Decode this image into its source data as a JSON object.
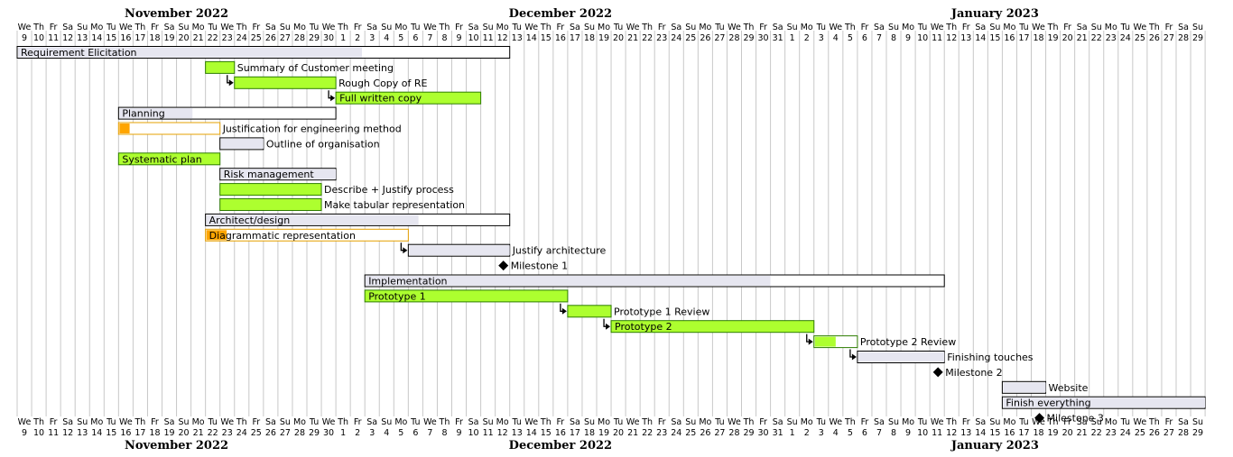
{
  "chart_data": {
    "type": "gantt",
    "start_date": "2022-11-09",
    "end_date": "2023-01-29",
    "months": [
      {
        "label": "November 2022",
        "start": "2022-11-09",
        "end": "2022-11-30"
      },
      {
        "label": "December 2022",
        "start": "2022-12-01",
        "end": "2022-12-31"
      },
      {
        "label": "January 2023",
        "start": "2023-01-01",
        "end": "2023-01-29"
      }
    ],
    "weekday_labels": [
      "Mo",
      "Tu",
      "We",
      "Th",
      "Fr",
      "Sa",
      "Su"
    ],
    "colors": {
      "group_fill": "#e6e6f0",
      "complete_fill": "#adff2f",
      "progress_fill": "#ffa500",
      "progress_stroke": "#e6a000",
      "complete_stroke": "#2e7d00",
      "milestone": "#000000"
    },
    "tasks": [
      {
        "name": "Requirement Elicitation",
        "start": "2022-11-09",
        "end": "2022-12-12",
        "kind": "group",
        "percent": 0,
        "label_inside": true
      },
      {
        "name": "Summary of Customer meeting",
        "start": "2022-11-22",
        "end": "2022-11-23",
        "kind": "task",
        "percent": 100,
        "label_inside": false
      },
      {
        "name": "Rough Copy of RE",
        "start": "2022-11-24",
        "end": "2022-11-30",
        "kind": "task",
        "percent": 100,
        "label_inside": false,
        "dependency": true
      },
      {
        "name": "Full written copy",
        "start": "2022-12-01",
        "end": "2022-12-10",
        "kind": "task",
        "percent": 100,
        "label_inside": true,
        "dependency": true
      },
      {
        "name": "Planning",
        "start": "2022-11-16",
        "end": "2022-11-30",
        "kind": "group",
        "percent": 0,
        "label_inside": true
      },
      {
        "name": "Justification for engineering method",
        "start": "2022-11-16",
        "end": "2022-11-22",
        "kind": "task_outline",
        "percent": 10,
        "label_inside": false
      },
      {
        "name": "Outline of organisation",
        "start": "2022-11-23",
        "end": "2022-11-25",
        "kind": "plain",
        "percent": 0,
        "label_inside": false
      },
      {
        "name": "Systematic plan",
        "start": "2022-11-16",
        "end": "2022-11-22",
        "kind": "task",
        "percent": 100,
        "label_inside": true
      },
      {
        "name": "Risk management",
        "start": "2022-11-23",
        "end": "2022-11-30",
        "kind": "plain",
        "percent": 0,
        "label_inside": true
      },
      {
        "name": "Describe + Justify process",
        "start": "2022-11-23",
        "end": "2022-11-29",
        "kind": "task",
        "percent": 100,
        "label_inside": false
      },
      {
        "name": "Make tabular representation",
        "start": "2022-11-23",
        "end": "2022-11-29",
        "kind": "task",
        "percent": 100,
        "label_inside": false
      },
      {
        "name": "Architect/design",
        "start": "2022-11-22",
        "end": "2022-12-12",
        "kind": "group",
        "percent": 0,
        "label_inside": true
      },
      {
        "name": "Diagrammatic representation",
        "start": "2022-11-22",
        "end": "2022-12-05",
        "kind": "task_outline",
        "percent": 10,
        "label_inside": true
      },
      {
        "name": "Justify architecture",
        "start": "2022-12-06",
        "end": "2022-12-12",
        "kind": "plain",
        "percent": 0,
        "label_inside": false,
        "dependency": true
      },
      {
        "name": "Milestone 1",
        "start": "2022-12-12",
        "end": "2022-12-12",
        "kind": "milestone",
        "percent": 0,
        "label_inside": false
      },
      {
        "name": "Implementation",
        "start": "2022-12-03",
        "end": "2023-01-11",
        "kind": "group",
        "percent": 0,
        "label_inside": true
      },
      {
        "name": "Prototype 1",
        "start": "2022-12-03",
        "end": "2022-12-16",
        "kind": "task",
        "percent": 100,
        "label_inside": true
      },
      {
        "name": "Prototype 1 Review",
        "start": "2022-12-17",
        "end": "2022-12-19",
        "kind": "task",
        "percent": 100,
        "label_inside": false,
        "dependency": true
      },
      {
        "name": "Prototype 2",
        "start": "2022-12-20",
        "end": "2023-01-02",
        "kind": "task",
        "percent": 100,
        "label_inside": true,
        "dependency": true
      },
      {
        "name": "Prototype 2 Review",
        "start": "2023-01-03",
        "end": "2023-01-05",
        "kind": "task_outline_green",
        "percent": 50,
        "label_inside": false,
        "dependency": true
      },
      {
        "name": "Finishing touches",
        "start": "2023-01-06",
        "end": "2023-01-11",
        "kind": "plain",
        "percent": 0,
        "label_inside": false,
        "dependency": true
      },
      {
        "name": "Milestone 2",
        "start": "2023-01-11",
        "end": "2023-01-11",
        "kind": "milestone",
        "percent": 0,
        "label_inside": false
      },
      {
        "name": "Website",
        "start": "2023-01-16",
        "end": "2023-01-18",
        "kind": "plain",
        "percent": 0,
        "label_inside": false
      },
      {
        "name": "Finish everything",
        "start": "2023-01-16",
        "end": "2023-01-29",
        "kind": "plain",
        "percent": 0,
        "label_inside": true
      },
      {
        "name": "Milestone 3",
        "start": "2023-01-18",
        "end": "2023-01-18",
        "kind": "milestone",
        "percent": 0,
        "label_inside": false
      }
    ]
  }
}
